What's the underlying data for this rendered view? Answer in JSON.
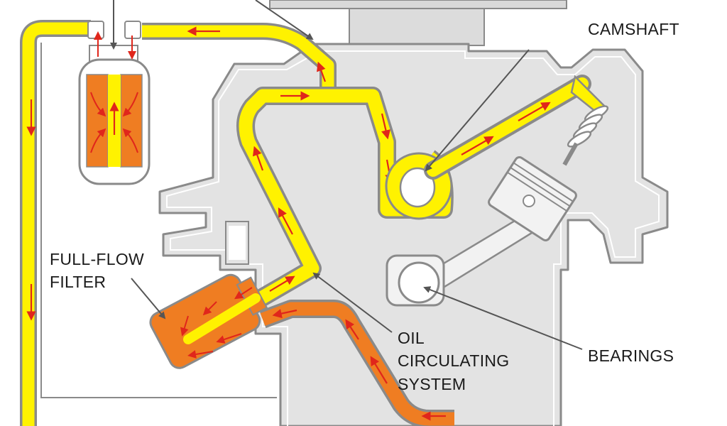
{
  "labels": {
    "camshaft": "CAMSHAFT",
    "filter_line1": "FULL-FLOW",
    "filter_line2": "FILTER",
    "oil_line1": "OIL",
    "oil_line2": "CIRCULATING",
    "oil_line3": "SYSTEM",
    "bearings": "BEARINGS"
  },
  "colors": {
    "oil_clean": "#fff200",
    "oil_dirty": "#ef7d22",
    "engine_body": "#e3e3e3",
    "outline": "#8a8a8a",
    "flow_arrow": "#e0261b",
    "pointer": "#555555",
    "text": "#1a1a1a"
  }
}
